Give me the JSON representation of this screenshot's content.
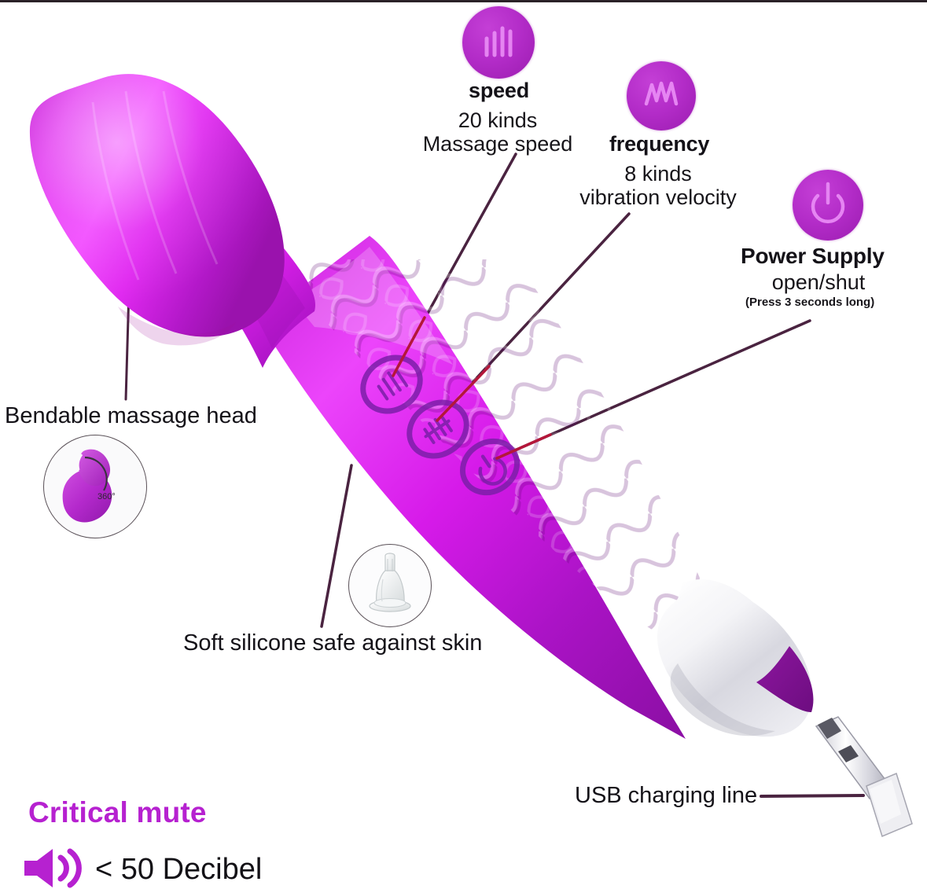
{
  "product": {
    "device_colors": {
      "head_light": "#e83ff0",
      "head_mid": "#d22ae0",
      "body_magenta": "#d614e8",
      "body_purple": "#a814c8",
      "body_deep": "#8f10ac",
      "base_white": "#f2f2f4",
      "base_silver": "#cfcfd6",
      "cap_purple": "#7d1291"
    },
    "leader_line_color": "#4a2340",
    "leader_line_accent": "#b4173a"
  },
  "features": [
    {
      "id": "speed",
      "icon": "speed-bars-icon",
      "title": "speed",
      "detail_line1": "20 kinds",
      "detail_line2": "Massage speed"
    },
    {
      "id": "frequency",
      "icon": "frequency-wave-icon",
      "title": "frequency",
      "detail_line1": "8 kinds",
      "detail_line2": "vibration velocity"
    },
    {
      "id": "power",
      "icon": "power-icon",
      "title": "Power Supply",
      "detail_line1": "open/shut",
      "note": "(Press 3 seconds long)"
    }
  ],
  "callouts": {
    "bendable_head": "Bendable massage head",
    "bendable_head_inset_label": "360°",
    "soft_silicone": "Soft silicone safe against skin",
    "usb_line": "USB charging line"
  },
  "mute": {
    "title": "Critical mute",
    "icon": "speaker-icon",
    "value": "< 50 Decibel",
    "accent_color": "#b621d0"
  }
}
